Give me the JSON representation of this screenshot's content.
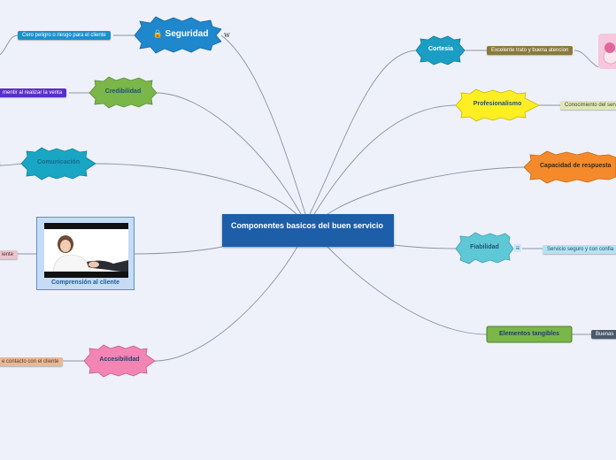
{
  "center": {
    "title": "Componentes basicos del buen servicio"
  },
  "nodes": {
    "seguridad": {
      "label": "Seguridad",
      "icon": "lock-icon",
      "color": "#1f87cc"
    },
    "credibilidad": {
      "label": "Credibilidad",
      "color": "#7ab648"
    },
    "comunicacion": {
      "label": "Comunicación",
      "color": "#19a6c4"
    },
    "comprension": {
      "label": "Comprensión al cliente",
      "color": "#c6dcf5"
    },
    "accesibilidad": {
      "label": "Accesibilidad",
      "color": "#f285b4"
    },
    "cortesia": {
      "label": "Cortesia",
      "color": "#1a9ec4"
    },
    "profesionalismo": {
      "label": "Profesionalismo",
      "color": "#ffee22"
    },
    "capacidad": {
      "label": "Capacidad de respuesta",
      "color": "#f58a2a"
    },
    "fiabilidad": {
      "label": "Fiabilidad",
      "color": "#5fc8d6"
    },
    "tangibles": {
      "label": "Elementos tangibles",
      "color": "#7ab648"
    }
  },
  "subtopics": {
    "seguridad": "Cero peligro o riesgo para el cliente",
    "credibilidad": "mentir al realizar la venta",
    "comprension": "iente",
    "accesibilidad": "e contacto con el cliente",
    "cortesia": "Excelente trato y buena atencion",
    "profesionalismo": "Conocimiento del serv",
    "fiabilidad": "Servicio seguro y con confia",
    "tangibles": "Buenas"
  },
  "markers": {
    "seguridad_extra": "w",
    "fiabilidad_note": "≡"
  }
}
